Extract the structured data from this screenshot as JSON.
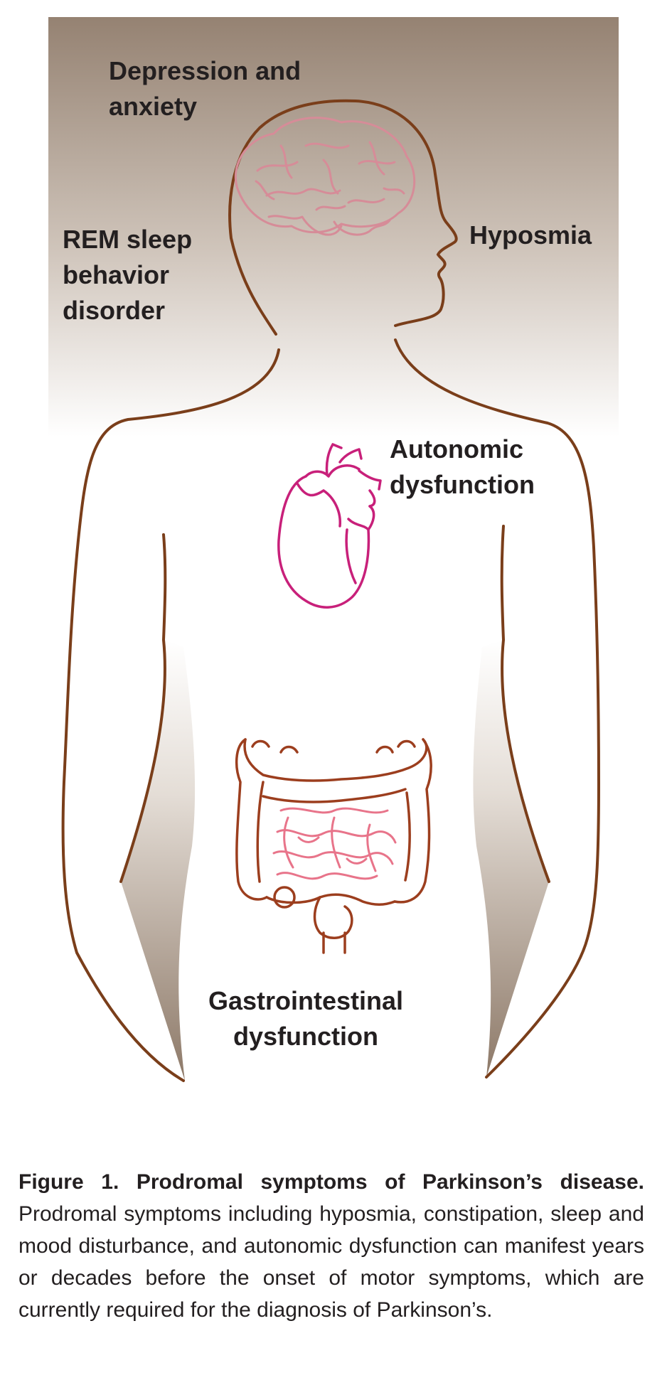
{
  "labels": {
    "depression": "Depression and\nanxiety",
    "rem_sleep": "REM sleep\nbehavior\ndisorder",
    "hyposmia": "Hyposmia",
    "autonomic": "Autonomic\ndysfunction",
    "gastrointestinal": "Gastrointestinal\ndysfunction"
  },
  "caption": {
    "title": "Figure 1. Prodromal symptoms of Parkinson’s disease.",
    "text": "Prodromal symptoms including hyposmia, constipation, sleep and mood disturbance, and autonomic dysfunction can manifest years or decades before the onset of motor symptoms, which are currently required for the diagnosis of Parkinson’s."
  },
  "colors": {
    "outline": "#7a3e1a",
    "background_top": "#958272",
    "brain": "#d68c98",
    "heart": "#c8207a",
    "colon": "#9c3e1e",
    "small_intestine": "#e8748a",
    "text": "#231f20"
  }
}
